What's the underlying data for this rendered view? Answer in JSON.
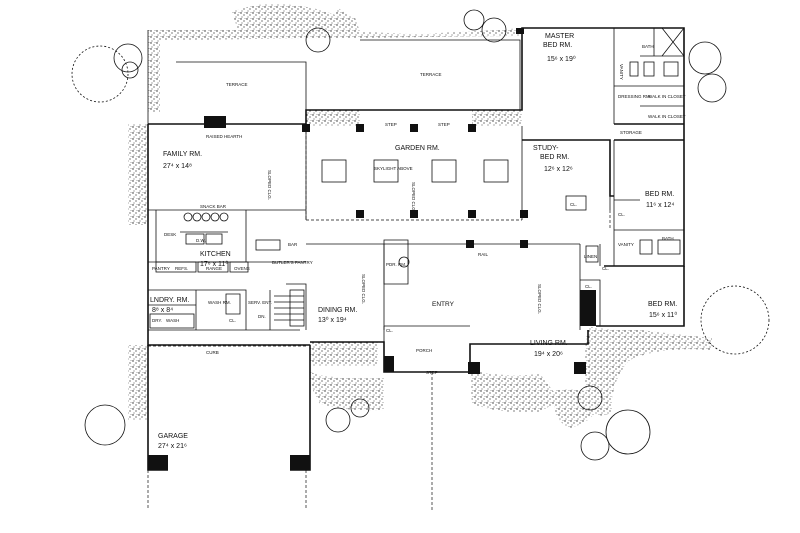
{
  "plan": {
    "rooms": {
      "master": {
        "name": "MASTER",
        "name2": "BED RM.",
        "dims": "15⁶ x 19⁰"
      },
      "family": {
        "name": "FAMILY RM.",
        "dims": "27⁴ x 14⁸"
      },
      "garden": {
        "name": "GARDEN RM."
      },
      "study": {
        "name": "STUDY-",
        "name2": "BED RM.",
        "dims": "12⁶ x 12⁶"
      },
      "bed1": {
        "name": "BED RM.",
        "dims": "11⁶ x 12⁴"
      },
      "bed2": {
        "name": "BED RM.",
        "dims": "15⁶ x 11⁰"
      },
      "kitchen": {
        "name": "KITCHEN",
        "dims": "17⁶ x 11⁰"
      },
      "laundry": {
        "name": "LNDRY. RM.",
        "dims": "8⁸ x 8⁴"
      },
      "dining": {
        "name": "DINING RM.",
        "dims": "13⁰ x 19⁴"
      },
      "living": {
        "name": "LIVING RM.",
        "dims": "19⁴ x 20⁶"
      },
      "garage": {
        "name": "GARAGE",
        "dims": "27⁴ x 21⁶"
      }
    },
    "small_labels": {
      "terrace_left": "TERRACE",
      "terrace_right": "TERRACE",
      "raised_hearth": "RAISED HEARTH",
      "step1": "STEP",
      "step2": "STEP",
      "skylight": "SKYLIGHT ABOVE",
      "sloped_clg_fam": "SLOPED CLG.",
      "sloped_clg_gard": "SLOPED CLG.",
      "sloped_clg_din": "SLOPED CLG.",
      "sloped_clg_liv": "SLOPED CLG.",
      "snack_bar": "SNACK BAR",
      "desk": "DESK",
      "dw": "D.W.",
      "pantry": "PANTRY",
      "refs": "REFS.",
      "range": "RANGE",
      "ovens": "OVENS",
      "bar": "BAR",
      "butlers_pantry": "BUTLER'S PANTRY",
      "wash_rm": "WASH RM.",
      "serv_ent": "SERV. ENT.",
      "cl_serv": "CL.",
      "dry": "DRY.",
      "wash": "WASH",
      "dn": "DN.",
      "pdr_rm": "PDR. RM.",
      "entry": "ENTRY",
      "rail": "RAIL",
      "porch": "PORCH",
      "step_porch": "STEP",
      "curb": "CURB",
      "cl_porch": "CL.",
      "linen": "LINEN",
      "cl_liv": "CL.",
      "bath_master": "BATH",
      "vanity_master": "VANITY",
      "dressing": "DRESSING RM.",
      "walk_in1": "WALK IN CLOSET",
      "walk_in2": "WALK IN CLOSET",
      "storage": "STORAGE",
      "cl_study": "CL.",
      "cl_bed1": "CL.",
      "bath2": "BATH",
      "vanity2": "VANITY",
      "cl_bed2": "CL."
    }
  }
}
